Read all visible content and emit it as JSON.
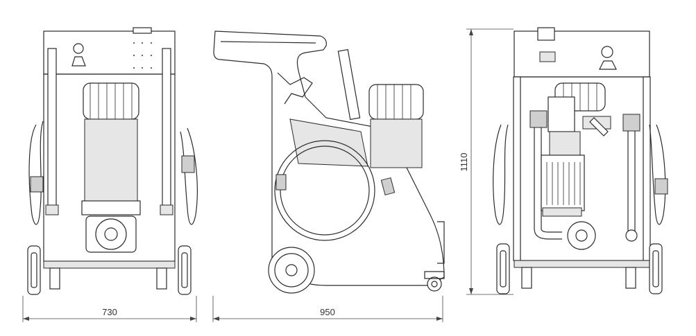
{
  "dimensions": {
    "front_width": "730",
    "side_length": "950",
    "rear_height": "1110"
  }
}
